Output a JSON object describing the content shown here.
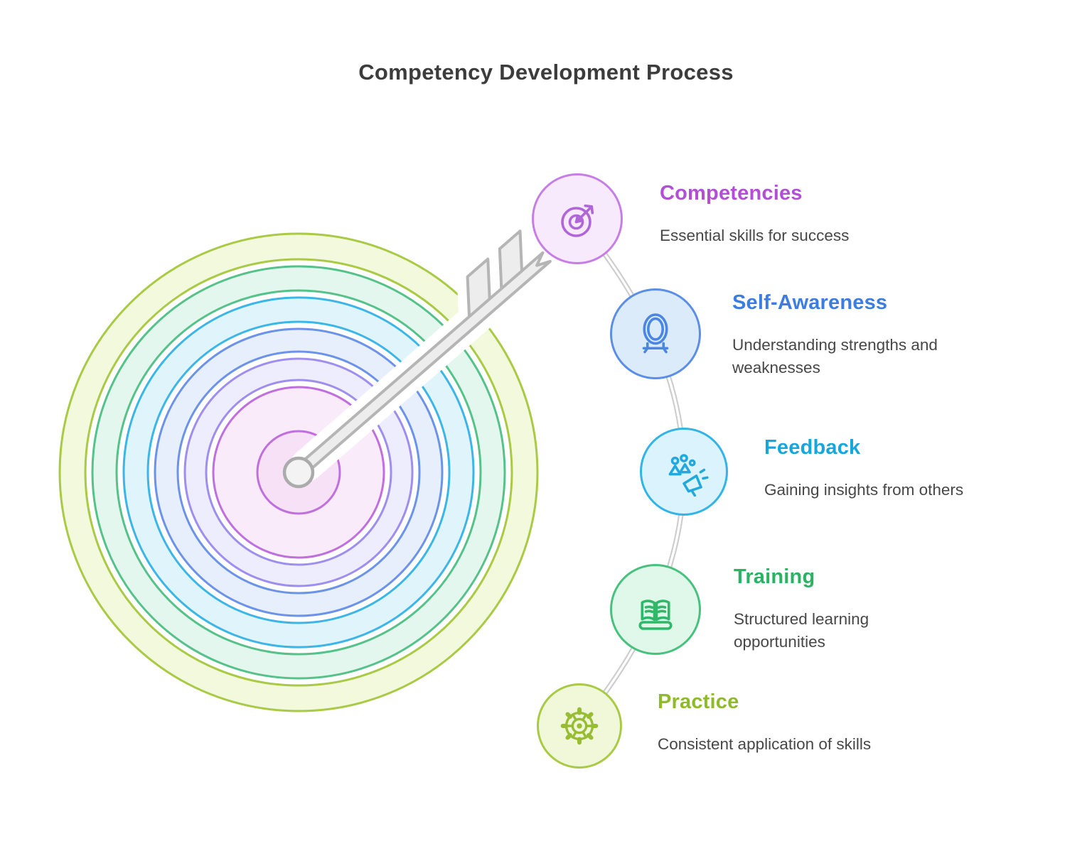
{
  "title": "Competency Development Process",
  "title_color": "#3c3c3c",
  "stages": [
    {
      "title": "Competencies",
      "description": "Essential skills for success",
      "title_color": "#b24fd6",
      "icon": "target-dart-icon",
      "icon_color": "#b065d9",
      "circle_stroke": "#c77de6",
      "circle_fill": "#f7eafc"
    },
    {
      "title": "Self-Awareness",
      "description": "Understanding strengths and weaknesses",
      "title_color": "#3c7de2",
      "icon": "mirror-icon",
      "icon_color": "#4a86e2",
      "circle_stroke": "#5b8ee6",
      "circle_fill": "#dcebfa"
    },
    {
      "title": "Feedback",
      "description": "Gaining insights from others",
      "title_color": "#17a6dd",
      "icon": "people-megaphone-icon",
      "icon_color": "#1fa9de",
      "circle_stroke": "#33b4e6",
      "circle_fill": "#daf3fc"
    },
    {
      "title": "Training",
      "description": "Structured learning opportunities",
      "title_color": "#2bb263",
      "icon": "open-book-icon",
      "icon_color": "#2eb868",
      "circle_stroke": "#49c17e",
      "circle_fill": "#e0f8ea"
    },
    {
      "title": "Practice",
      "description": "Consistent application of skills",
      "title_color": "#8fba2d",
      "icon": "gear-icon",
      "icon_color": "#97bd33",
      "circle_stroke": "#a9ca45",
      "circle_fill": "#f1f8da"
    }
  ],
  "target": {
    "rings": [
      {
        "name": "lime",
        "stroke": "#a9ca45",
        "fill": "#f3f9dc"
      },
      {
        "name": "green",
        "stroke": "#55c289",
        "fill": "#e4f7ee"
      },
      {
        "name": "cyan",
        "stroke": "#3cb6e8",
        "fill": "#e0f4fc"
      },
      {
        "name": "blue",
        "stroke": "#6b93ea",
        "fill": "#e7eefc"
      },
      {
        "name": "lavender",
        "stroke": "#9e8ef0",
        "fill": "#eeedfd"
      },
      {
        "name": "purple",
        "stroke": "#c06fdf",
        "fill": "#f9ebf9"
      }
    ],
    "bull": {
      "stroke": "#c06fdf",
      "fill": "#f6e1f6"
    },
    "center": {
      "stroke": "#ababab",
      "fill": "#f3f3f3"
    },
    "arrow": {
      "stroke": "#b5b5b5",
      "fill": "#ededed"
    }
  },
  "connector": {
    "color": "#cdcdcd"
  }
}
